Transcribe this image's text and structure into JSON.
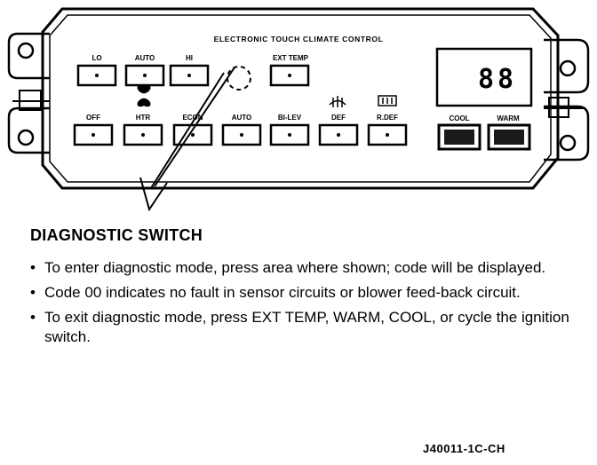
{
  "panel": {
    "title": "ELECTRONIC TOUCH CLIMATE CONTROL",
    "display_value": "88",
    "fan_buttons": [
      "LO",
      "AUTO",
      "HI"
    ],
    "ext_temp_label": "EXT TEMP",
    "mode_buttons": [
      "OFF",
      "HTR",
      "ECON",
      "AUTO",
      "BI-LEV",
      "DEF",
      "R.DEF"
    ],
    "temp_buttons": [
      "COOL",
      "WARM"
    ],
    "icons": [
      "fan-icon",
      "defrost-icon",
      "rear-defrost-icon"
    ]
  },
  "heading": "DIAGNOSTIC SWITCH",
  "bullet_symbol": "•",
  "notes": [
    "To enter diagnostic mode, press area where shown; code will be displayed.",
    "Code 00 indicates no fault in sensor circuits or blower feed-back circuit.",
    "To exit diagnostic mode, press EXT TEMP, WARM, COOL, or cycle the ignition switch."
  ],
  "figure_id": "J40011-1C-CH"
}
